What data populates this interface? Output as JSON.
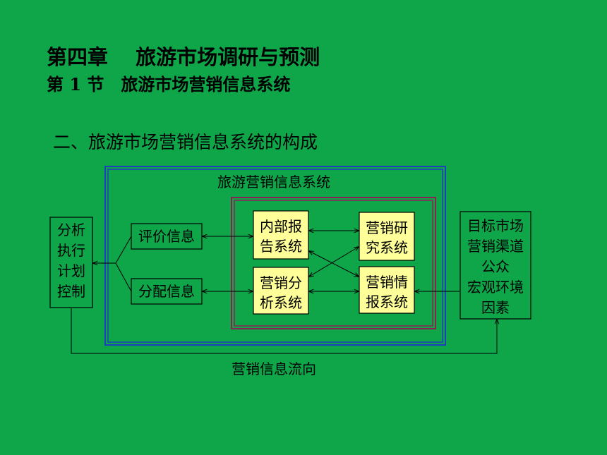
{
  "slide": {
    "title": "第四章　 旅游市场调研与预测",
    "subtitle": "第 1 节　旅游市场营销信息系统",
    "section_heading": "二、旅游市场营销信息系统的构成"
  },
  "diagram": {
    "system_label": "旅游营销信息系统",
    "left_box": [
      "分析",
      "执行",
      "计划",
      "控制"
    ],
    "evaluation_info": "评价信息",
    "distribution_info": "分配信息",
    "internal_report": [
      "内部报",
      "告系统"
    ],
    "marketing_research": [
      "营销研",
      "究系统"
    ],
    "marketing_analysis": [
      "营销分",
      "析系统"
    ],
    "marketing_intelligence": [
      "营销情",
      "报系统"
    ],
    "right_box": [
      "目标市场",
      "营销渠道",
      "公众",
      "宏观环境",
      "因素"
    ],
    "flow_label": "营销信息流向"
  },
  "colors": {
    "background": "#0fa64a",
    "inner_box_fill": "#ffff99",
    "outer_border_blue": "#1f3fbf",
    "inner_border_maroon": "#8b2252"
  }
}
